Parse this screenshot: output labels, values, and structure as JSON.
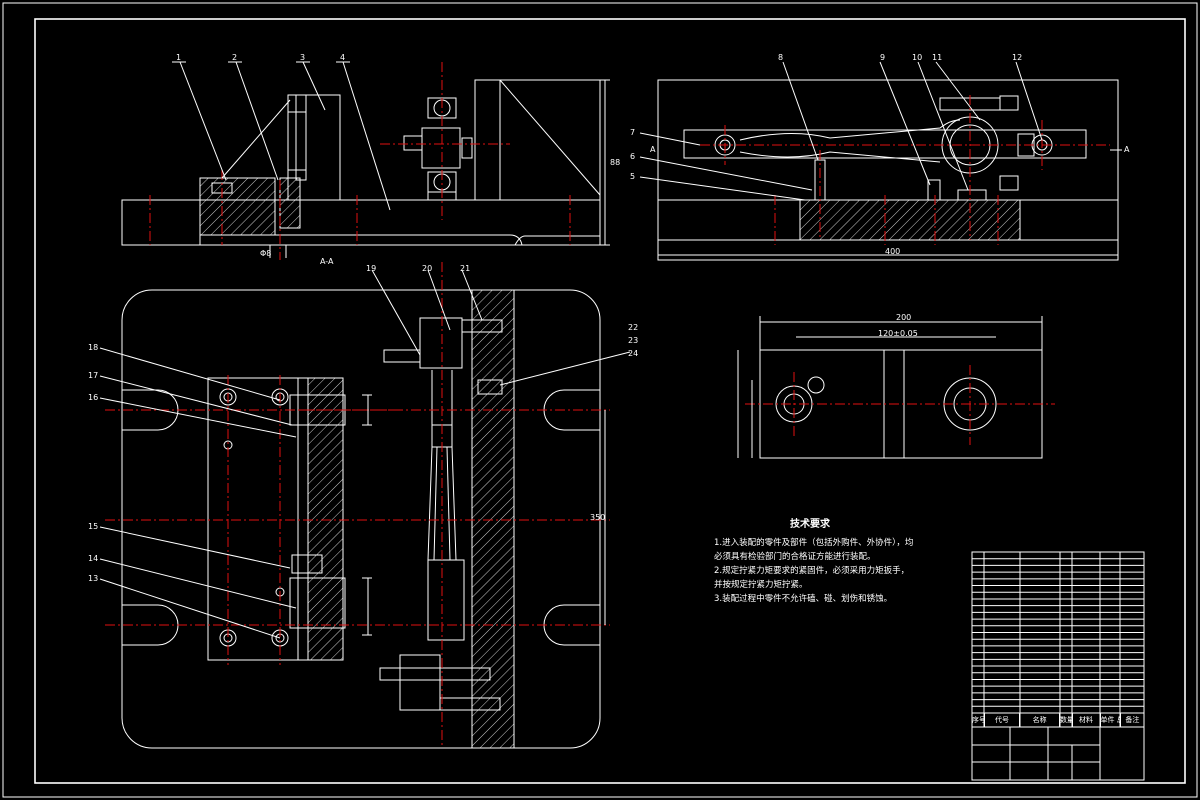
{
  "drawing": {
    "section_label": "A-A",
    "top_left_callouts": [
      "1",
      "2",
      "3",
      "4"
    ],
    "top_right_callouts": [
      "8",
      "9",
      "10",
      "11",
      "12"
    ],
    "top_right_side_callouts": [
      "7",
      "6",
      "5"
    ],
    "plan_callouts_left": [
      "18",
      "17",
      "16",
      "15",
      "14",
      "13"
    ],
    "plan_callouts_top": [
      "19",
      "20",
      "21"
    ],
    "plan_callouts_right": [
      "22",
      "23",
      "24"
    ]
  },
  "tech_requirements": {
    "title": "技术要求",
    "items": [
      "1.进入装配的零件及部件（包括外购件、外协件），均必须具有检验部门的合格证方能进行装配。",
      "2.规定拧紧力矩要求的紧固件，必须采用力矩扳手，并按规定拧紧力矩拧紧。",
      "3.装配过程中零件不允许磕、碰、划伤和锈蚀。"
    ]
  },
  "bom": {
    "headers": {
      "seq": "序号",
      "code": "代号",
      "name": "名称",
      "qty": "数量",
      "material": "材料",
      "weight": "单件 总计 重量",
      "remark": "备注"
    }
  },
  "colors": {
    "background": "#000000",
    "lines": "#ffffff",
    "centerlines": "#e01010"
  }
}
